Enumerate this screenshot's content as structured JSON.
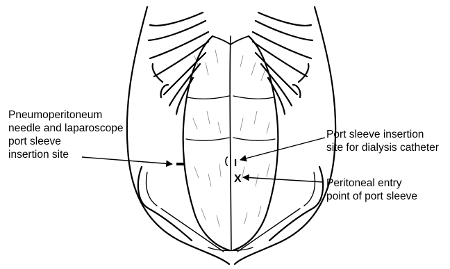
{
  "labels": {
    "needle_site": [
      "Pneumoperitoneum",
      "needle and laparoscope",
      "port sleeve",
      "insertion site"
    ],
    "port_sleeve_site": [
      "Port sleeve insertion",
      "site for dialysis catheter"
    ],
    "peritoneal_entry": [
      "Peritoneal entry",
      "point of port sleeve"
    ]
  },
  "markers": {
    "entry_marker": "X",
    "port_marker": "I"
  },
  "colors": {
    "ink": "#000000",
    "background": "#ffffff"
  }
}
